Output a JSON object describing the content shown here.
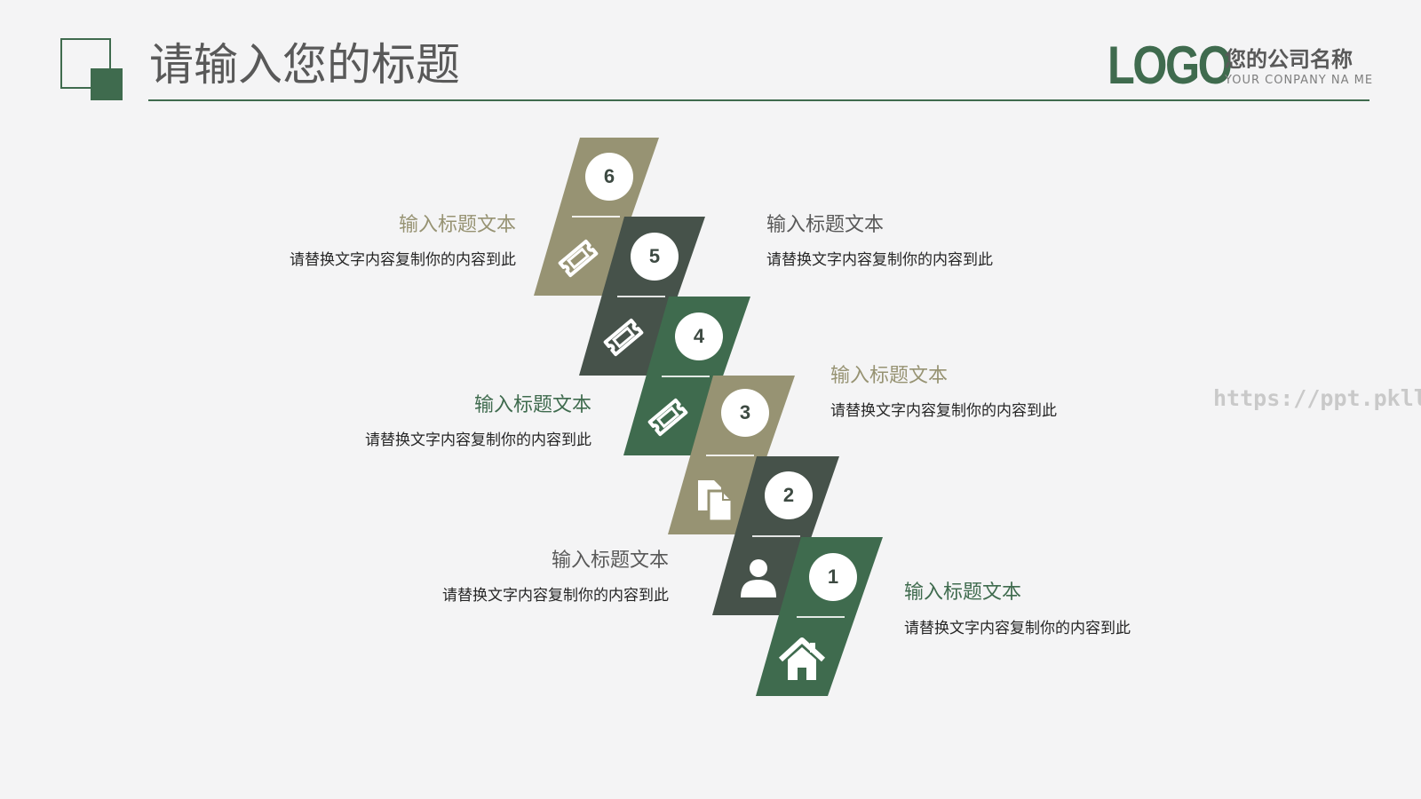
{
  "header": {
    "title": "请输入您的标题",
    "logo": "LOGO",
    "company_name": "您的公司名称",
    "company_name_en": "YOUR CONPANY NA ME"
  },
  "colors": {
    "accent_green": "#3f6b4e",
    "dark_green": "#46524a",
    "khaki": "#979373",
    "title_gray": "#595959"
  },
  "steps": [
    {
      "number": "1",
      "title": "输入标题文本",
      "body": "请替换文字内容复制你的内容到此",
      "icon": "home-icon",
      "tile_color": "#3f6b4e",
      "title_color": "#3f6b4e"
    },
    {
      "number": "2",
      "title": "输入标题文本",
      "body": "请替换文字内容复制你的内容到此",
      "icon": "user-icon",
      "tile_color": "#46524a",
      "title_color": "#595959"
    },
    {
      "number": "3",
      "title": "输入标题文本",
      "body": "请替换文字内容复制你的内容到此",
      "icon": "document-copy-icon",
      "tile_color": "#979373",
      "title_color": "#979373"
    },
    {
      "number": "4",
      "title": "输入标题文本",
      "body": "请替换文字内容复制你的内容到此",
      "icon": "ticket-icon",
      "tile_color": "#3f6b4e",
      "title_color": "#3f6b4e"
    },
    {
      "number": "5",
      "title": "输入标题文本",
      "body": "请替换文字内容复制你的内容到此",
      "icon": "ticket-icon",
      "tile_color": "#46524a",
      "title_color": "#595959"
    },
    {
      "number": "6",
      "title": "输入标题文本",
      "body": "请替换文字内容复制你的内容到此",
      "icon": "ticket-icon",
      "tile_color": "#979373",
      "title_color": "#979373"
    }
  ],
  "watermark": "https://ppt.pkll.de"
}
